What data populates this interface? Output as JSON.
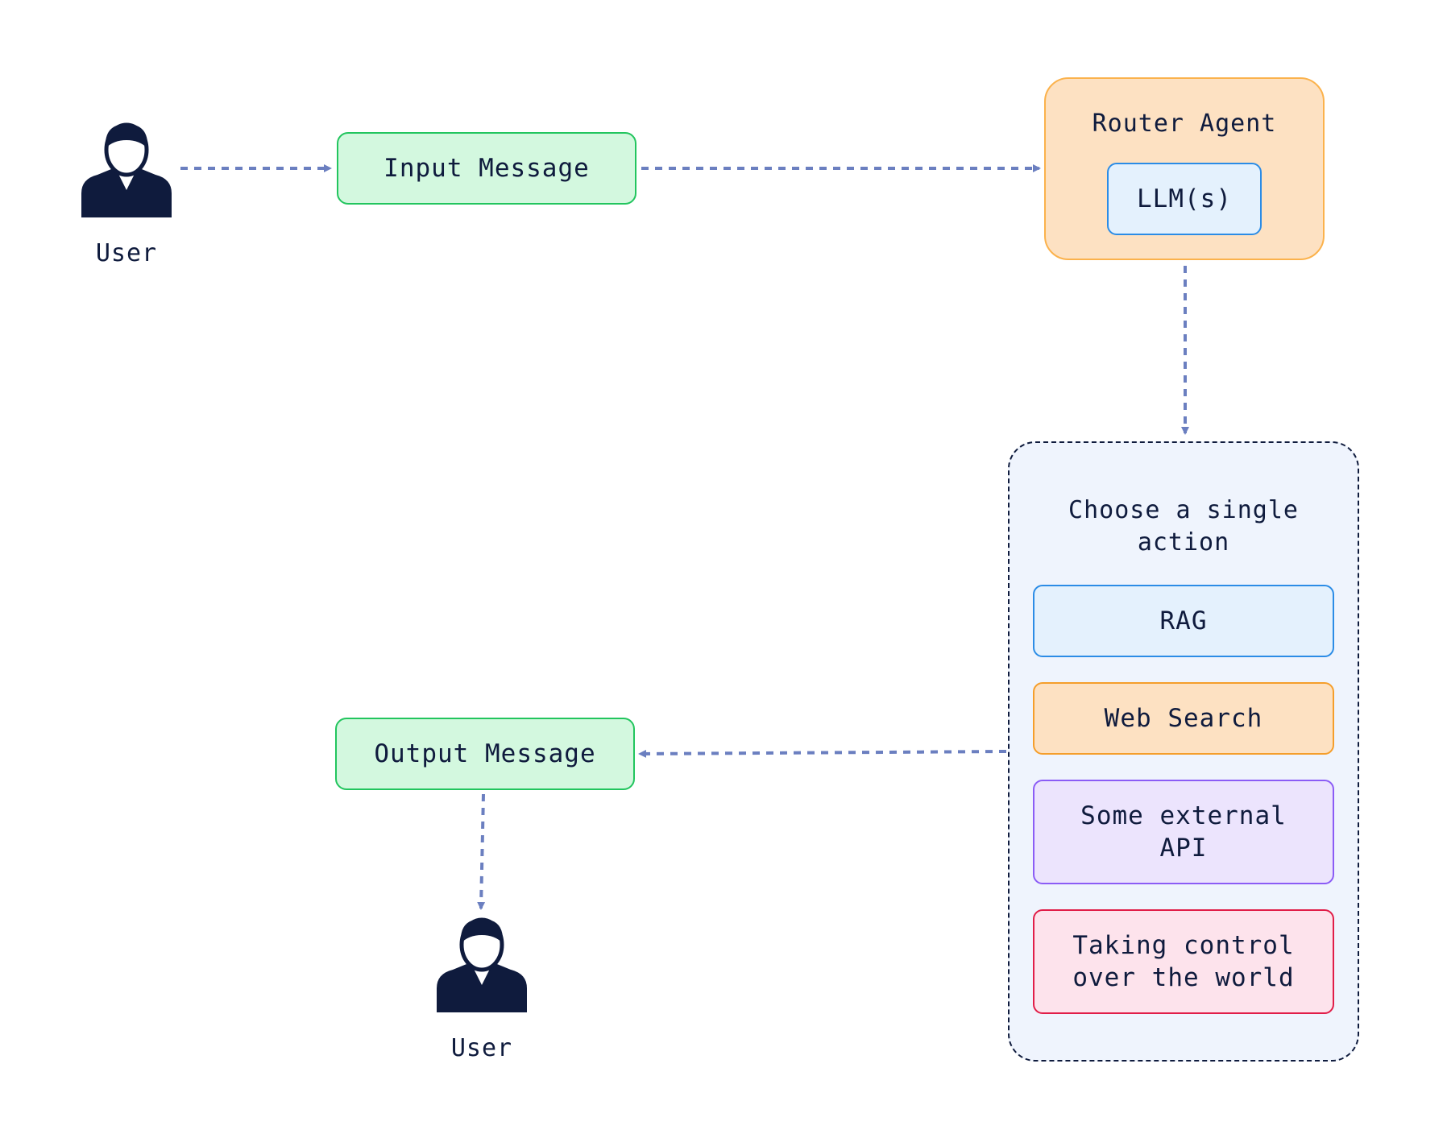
{
  "diagram": {
    "user_top_label": "User",
    "user_bottom_label": "User",
    "input_message": "Input Message",
    "router_agent": {
      "title": "Router Agent",
      "llm_label": "LLM(s)"
    },
    "action_panel": {
      "title": "Choose a single\naction",
      "actions": [
        {
          "label": "RAG",
          "color": "#e4f1fd"
        },
        {
          "label": "Web Search",
          "color": "#fde1c2"
        },
        {
          "label": "Some external\nAPI",
          "color": "#ece4fd"
        },
        {
          "label": "Taking control\nover the world",
          "color": "#fde3ec"
        }
      ]
    },
    "output_message": "Output Message",
    "icons": [
      "user-icon",
      "user-icon"
    ],
    "colors": {
      "arrow": "#6b7fc0",
      "ink": "#0f1b3d",
      "message_fill": "#d3f8df",
      "message_border": "#22c55e"
    }
  }
}
